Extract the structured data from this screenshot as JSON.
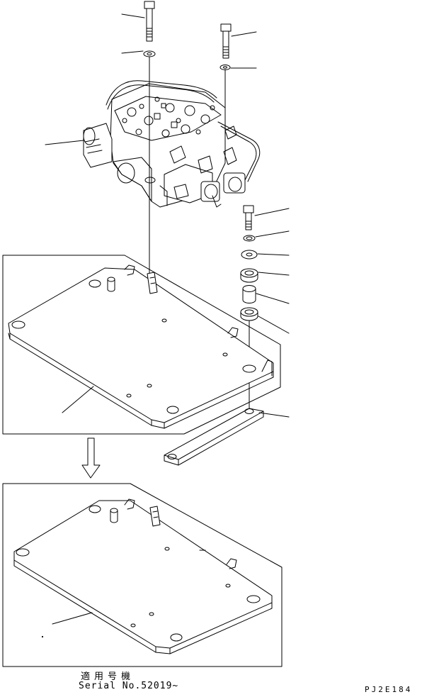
{
  "notes": {
    "applicable_models": "適用号機",
    "serial_number": "Serial No.52019~"
  },
  "drawing_code": "PJ2E184",
  "colors": {
    "line": "#000000",
    "background": "#ffffff"
  }
}
